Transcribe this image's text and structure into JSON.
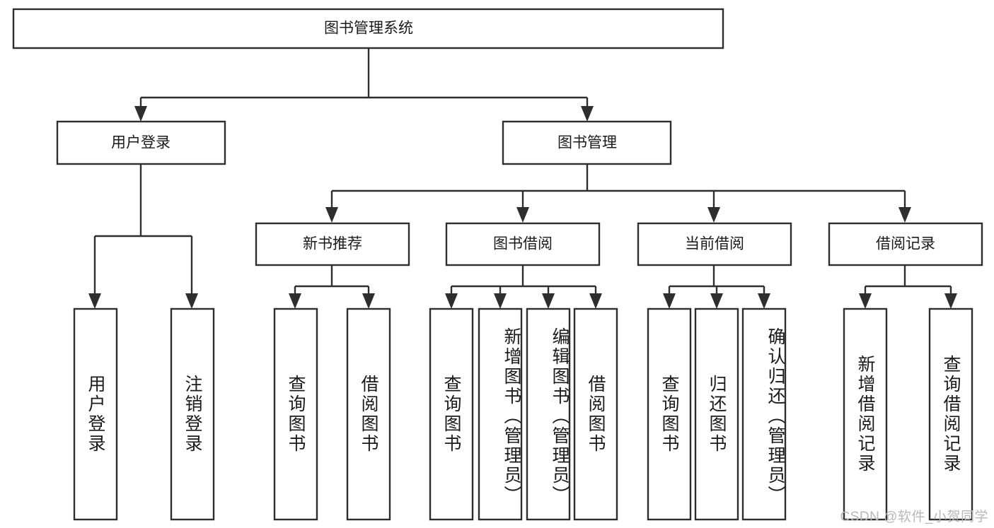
{
  "diagram": {
    "title": "图书管理系统",
    "type": "tree-hierarchy",
    "watermark": "CSDN @软件_小贺同学",
    "colors": {
      "stroke": "#2e2e2e",
      "fill": "#ffffff",
      "text": "#1a1a1a",
      "watermark": "#b8b8b8",
      "background": "#ffffff"
    },
    "root": {
      "label": "图书管理系统"
    },
    "level1": [
      {
        "id": "user-login",
        "label": "用户登录"
      },
      {
        "id": "book-management",
        "label": "图书管理"
      }
    ],
    "level2": [
      {
        "id": "new-book-recommend",
        "label": "新书推荐"
      },
      {
        "id": "book-borrow",
        "label": "图书借阅"
      },
      {
        "id": "current-borrow",
        "label": "当前借阅"
      },
      {
        "id": "borrow-record",
        "label": "借阅记录"
      }
    ],
    "leaves": {
      "user-login": [
        {
          "id": "leaf-user-login",
          "label": "用户登录"
        },
        {
          "id": "leaf-user-logout",
          "label": "注销登录"
        }
      ],
      "new-book-recommend": [
        {
          "id": "leaf-query-book-1",
          "label": "查询图书"
        },
        {
          "id": "leaf-borrow-book-1",
          "label": "借阅图书"
        }
      ],
      "book-borrow": [
        {
          "id": "leaf-query-book-2",
          "label": "查询图书"
        },
        {
          "id": "leaf-add-book",
          "label": "新增图书（管理员）"
        },
        {
          "id": "leaf-edit-book",
          "label": "编辑图书（管理员）"
        },
        {
          "id": "leaf-borrow-book-2",
          "label": "借阅图书"
        }
      ],
      "current-borrow": [
        {
          "id": "leaf-query-book-3",
          "label": "查询图书"
        },
        {
          "id": "leaf-return-book",
          "label": "归还图书"
        },
        {
          "id": "leaf-confirm-return",
          "label": "确认归还（管理员）"
        }
      ],
      "borrow-record": [
        {
          "id": "leaf-add-record",
          "label": "新增借阅记录"
        },
        {
          "id": "leaf-query-record",
          "label": "查询借阅记录"
        }
      ]
    }
  }
}
